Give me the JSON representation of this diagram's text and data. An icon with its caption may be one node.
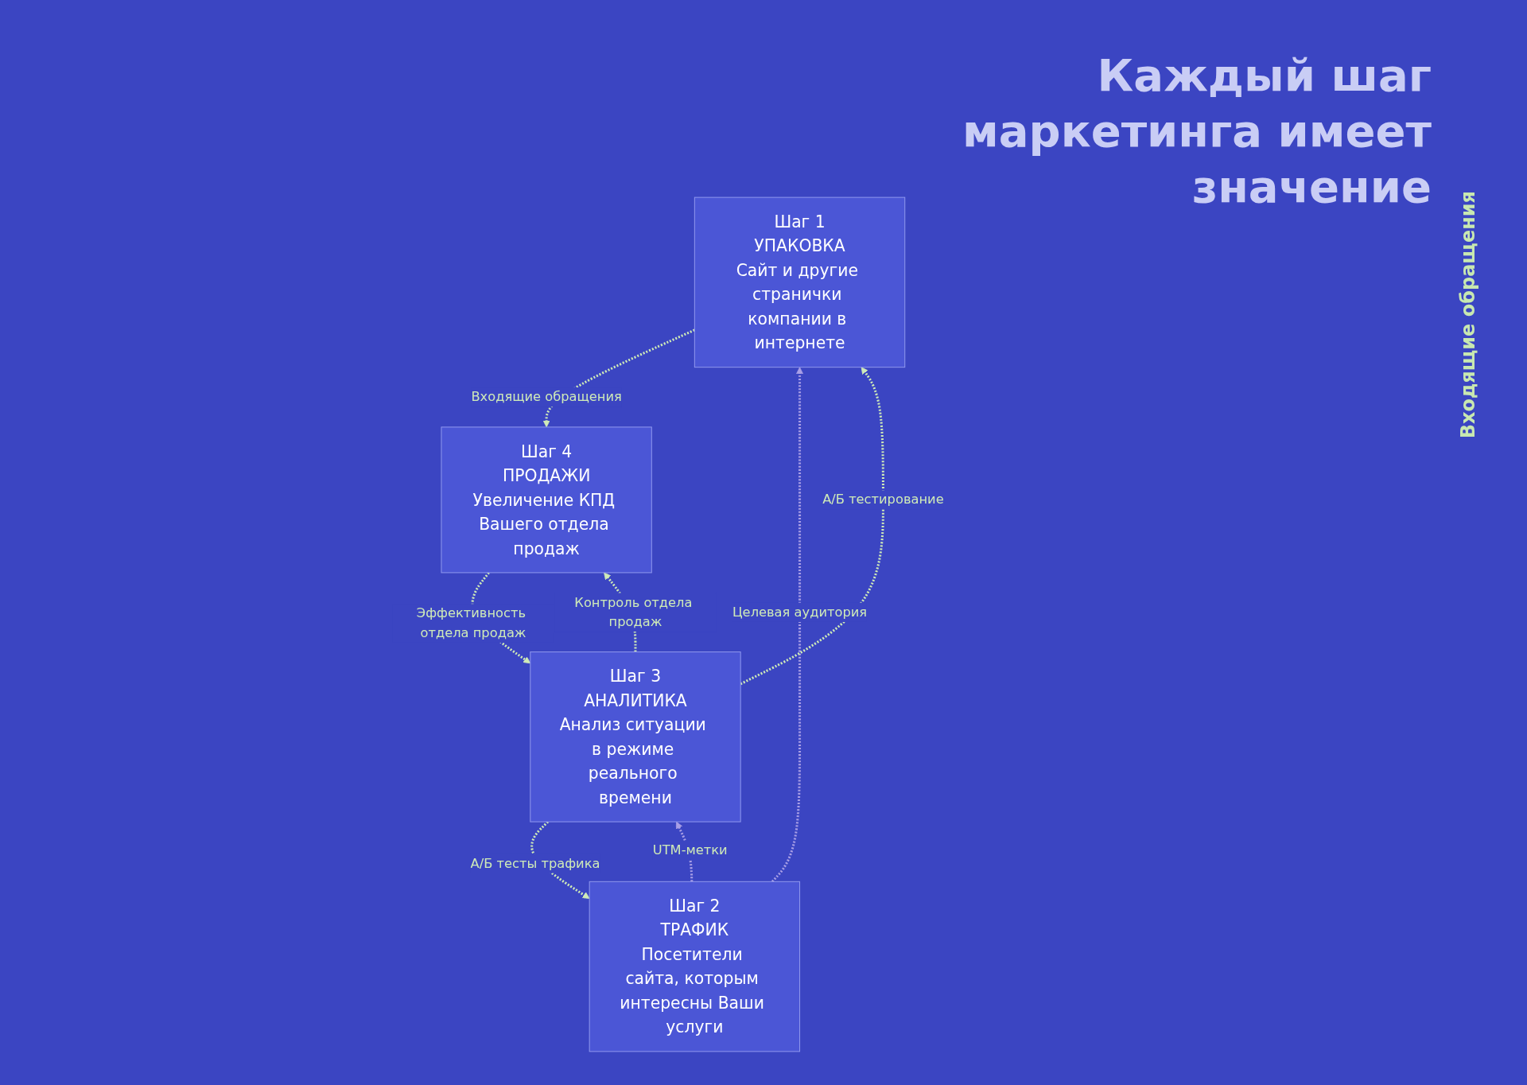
{
  "diagram": {
    "title": "Каждый шаг маркетинга имеет значение",
    "nodes": [
      {
        "text": [
          "Шаг 1",
          "УПАКОВКА",
          "Сайт и другие странички компании в интернете"
        ]
      },
      {
        "text": [
          "Шаг 2",
          "ТРАФИК",
          "Посетители сайта, которым интересны Ваши услуги"
        ]
      },
      {
        "text": [
          "Шаг 3",
          "АНАЛИТИКА",
          "Анализ ситуации в режиме реального времени"
        ]
      },
      {
        "text": [
          "Шаг 4",
          "ПРОДАЖИ",
          "Увеличение КПД Вашего отдела продаж"
        ]
      }
    ],
    "edges": [
      {
        "from": 0,
        "to": 3,
        "arrow": "to",
        "label": "Входящие обращения",
        "style": "dashed"
      },
      {
        "from": 1,
        "to": 0,
        "arrow": "to",
        "label": "Целевая аудитория",
        "style": "dashed",
        "color": "#a99fe6"
      },
      {
        "from": 2,
        "to": 1,
        "arrow": "to",
        "label": "А/Б тесты трафика",
        "style": "dashed"
      },
      {
        "from": 1,
        "to": 2,
        "arrow": "to",
        "label": "UTM-метки",
        "style": "dashed",
        "color": "#a99fe6"
      },
      {
        "from": 2,
        "to": 0,
        "arrow": "to",
        "label": "А/Б тестирование",
        "style": "dashed"
      },
      {
        "from": 2,
        "to": 3,
        "arrow": "to",
        "label": "Контроль отдела продаж",
        "style": "dashed"
      },
      {
        "from": 3,
        "to": 2,
        "arrow": "to",
        "label": "Эффективность отдела продаж",
        "style": "dashed"
      }
    ],
    "labels": [
      "Входящие обращения"
    ]
  }
}
